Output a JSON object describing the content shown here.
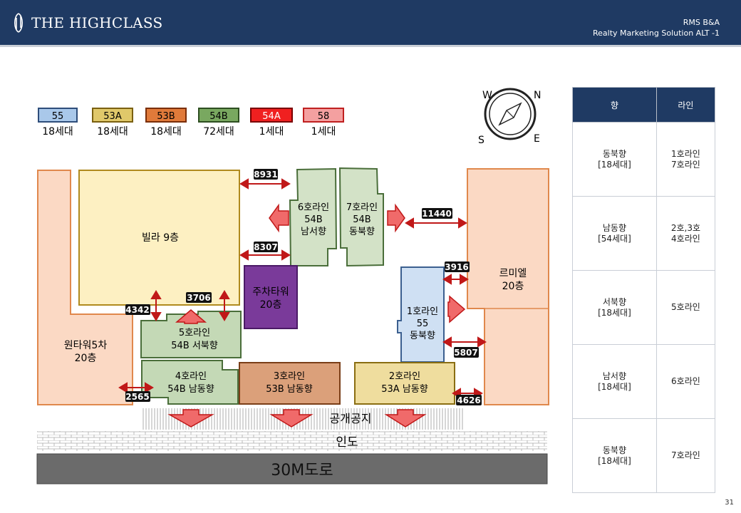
{
  "header": {
    "logo_text": "THE HIGHCLASS",
    "line1": "RMS B&A",
    "line2": "Realty Marketing Solution ALT -1"
  },
  "page_number": "31",
  "legend": [
    {
      "code": "55",
      "count": "18세대",
      "color": "#a9c8ea",
      "border": "#2e4d7a"
    },
    {
      "code": "53A",
      "count": "18세대",
      "color": "#e0c86a",
      "border": "#7a6010"
    },
    {
      "code": "53B",
      "count": "18세대",
      "color": "#e07a3a",
      "border": "#7a2e08"
    },
    {
      "code": "54B",
      "count": "72세대",
      "color": "#79a860",
      "border": "#2d4e20"
    },
    {
      "code": "54A",
      "count": "1세대",
      "color": "#f02020",
      "border": "#7a0000"
    },
    {
      "code": "58",
      "count": "1세대",
      "color": "#f4a0a0",
      "border": "#c02020"
    }
  ],
  "compass": {
    "w": "W",
    "n": "N",
    "s": "S",
    "e": "E"
  },
  "buildings": {
    "villa": "빌라 9층",
    "wontower": [
      "원타워5차",
      "20층"
    ],
    "parking": [
      "주차타워",
      "20층"
    ],
    "rumiel": [
      "르미엘",
      "20층"
    ],
    "line6": [
      "6호라인",
      "54B",
      "남서향"
    ],
    "line7": [
      "7호라인",
      "54B",
      "동북향"
    ],
    "line5": [
      "5호라인",
      "54B 서북향"
    ],
    "line4": [
      "4호라인",
      "54B 남동향"
    ],
    "line3": [
      "3호라인",
      "53B 남동향"
    ],
    "line2": [
      "2호라인",
      "53A 남동향"
    ],
    "line1": [
      "1호라인",
      "55",
      "동북향"
    ]
  },
  "distances": {
    "d8931": "8931",
    "d8307": "8307",
    "d11440": "11440",
    "d3916": "3916",
    "d3706": "3706",
    "d4342": "4342",
    "d5807": "5807",
    "d2565": "2565",
    "d4626": "4626"
  },
  "ground": {
    "open_space": "공개공지",
    "sidewalk": "인도",
    "road": "30M도로"
  },
  "table": {
    "headers": [
      "향",
      "라인"
    ],
    "rows": [
      {
        "dir": [
          "동북향",
          "[18세대]"
        ],
        "line": [
          "1호라인",
          "7호라인"
        ]
      },
      {
        "dir": [
          "남동향",
          "[54세대]"
        ],
        "line": [
          "2호,3호",
          "4호라인"
        ]
      },
      {
        "dir": [
          "서북향",
          "[18세대]"
        ],
        "line": [
          "5호라인"
        ]
      },
      {
        "dir": [
          "남서향",
          "[18세대]"
        ],
        "line": [
          "6호라인"
        ]
      },
      {
        "dir": [
          "동북향",
          "[18세대]"
        ],
        "line": [
          "7호라인"
        ]
      }
    ]
  }
}
